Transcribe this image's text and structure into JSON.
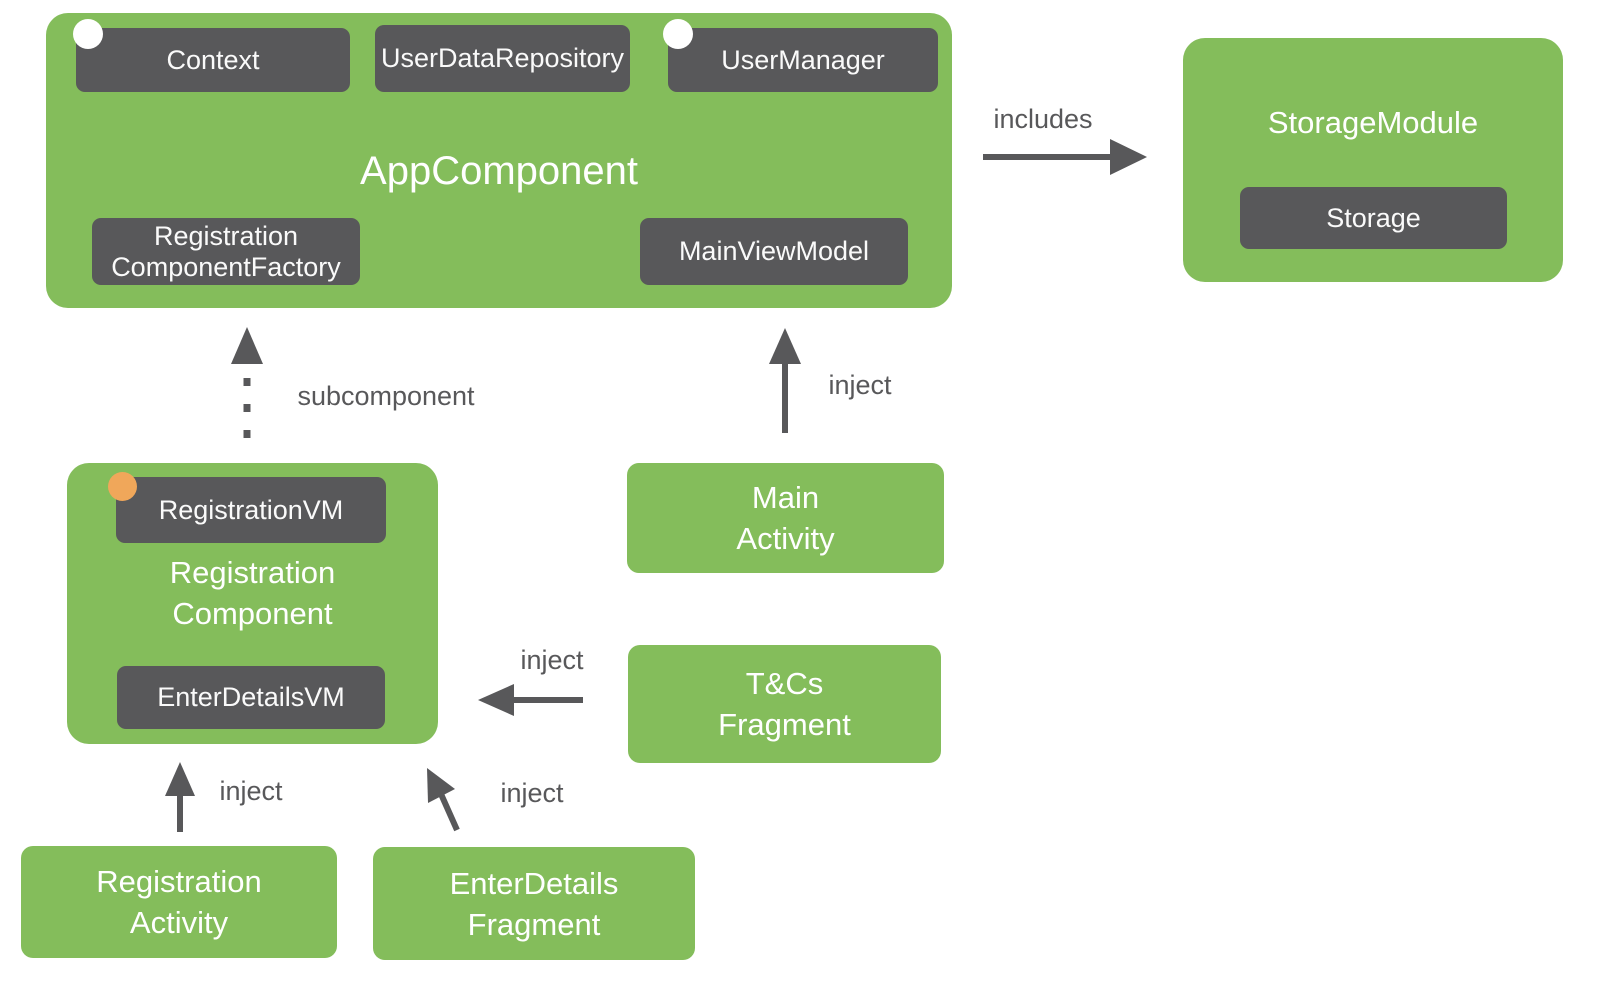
{
  "colors": {
    "node_green": "#84BD5B",
    "chip_dark_gray": "#58585A",
    "arrow_gray": "#58585A",
    "scope_badge_orange": "#F0A75A",
    "scope_badge_white": "#FFFFFF",
    "background": "#FFFFFF"
  },
  "app_component": {
    "title": "AppComponent",
    "context_chip": "Context",
    "user_data_repository_chip": "UserDataRepository",
    "user_manager_chip": "UserManager",
    "registration_component_factory_line1": "Registration",
    "registration_component_factory_line2": "ComponentFactory",
    "main_view_model_chip": "MainViewModel"
  },
  "storage_module": {
    "title": "StorageModule",
    "storage_chip": "Storage"
  },
  "registration_component": {
    "title_line1": "Registration",
    "title_line2": "Component",
    "registration_vm_chip": "RegistrationVM",
    "enter_details_vm_chip": "EnterDetailsVM"
  },
  "main_activity": {
    "line1": "Main",
    "line2": "Activity"
  },
  "tcs_fragment": {
    "line1": "T&Cs",
    "line2": "Fragment"
  },
  "registration_activity": {
    "line1": "Registration",
    "line2": "Activity"
  },
  "enter_details_fragment": {
    "line1": "EnterDetails",
    "line2": "Fragment"
  },
  "edges": {
    "includes": "includes",
    "subcomponent": "subcomponent",
    "inject_main_activity": "inject",
    "inject_tcs_fragment": "inject",
    "inject_registration_activity": "inject",
    "inject_enter_details_fragment": "inject"
  }
}
